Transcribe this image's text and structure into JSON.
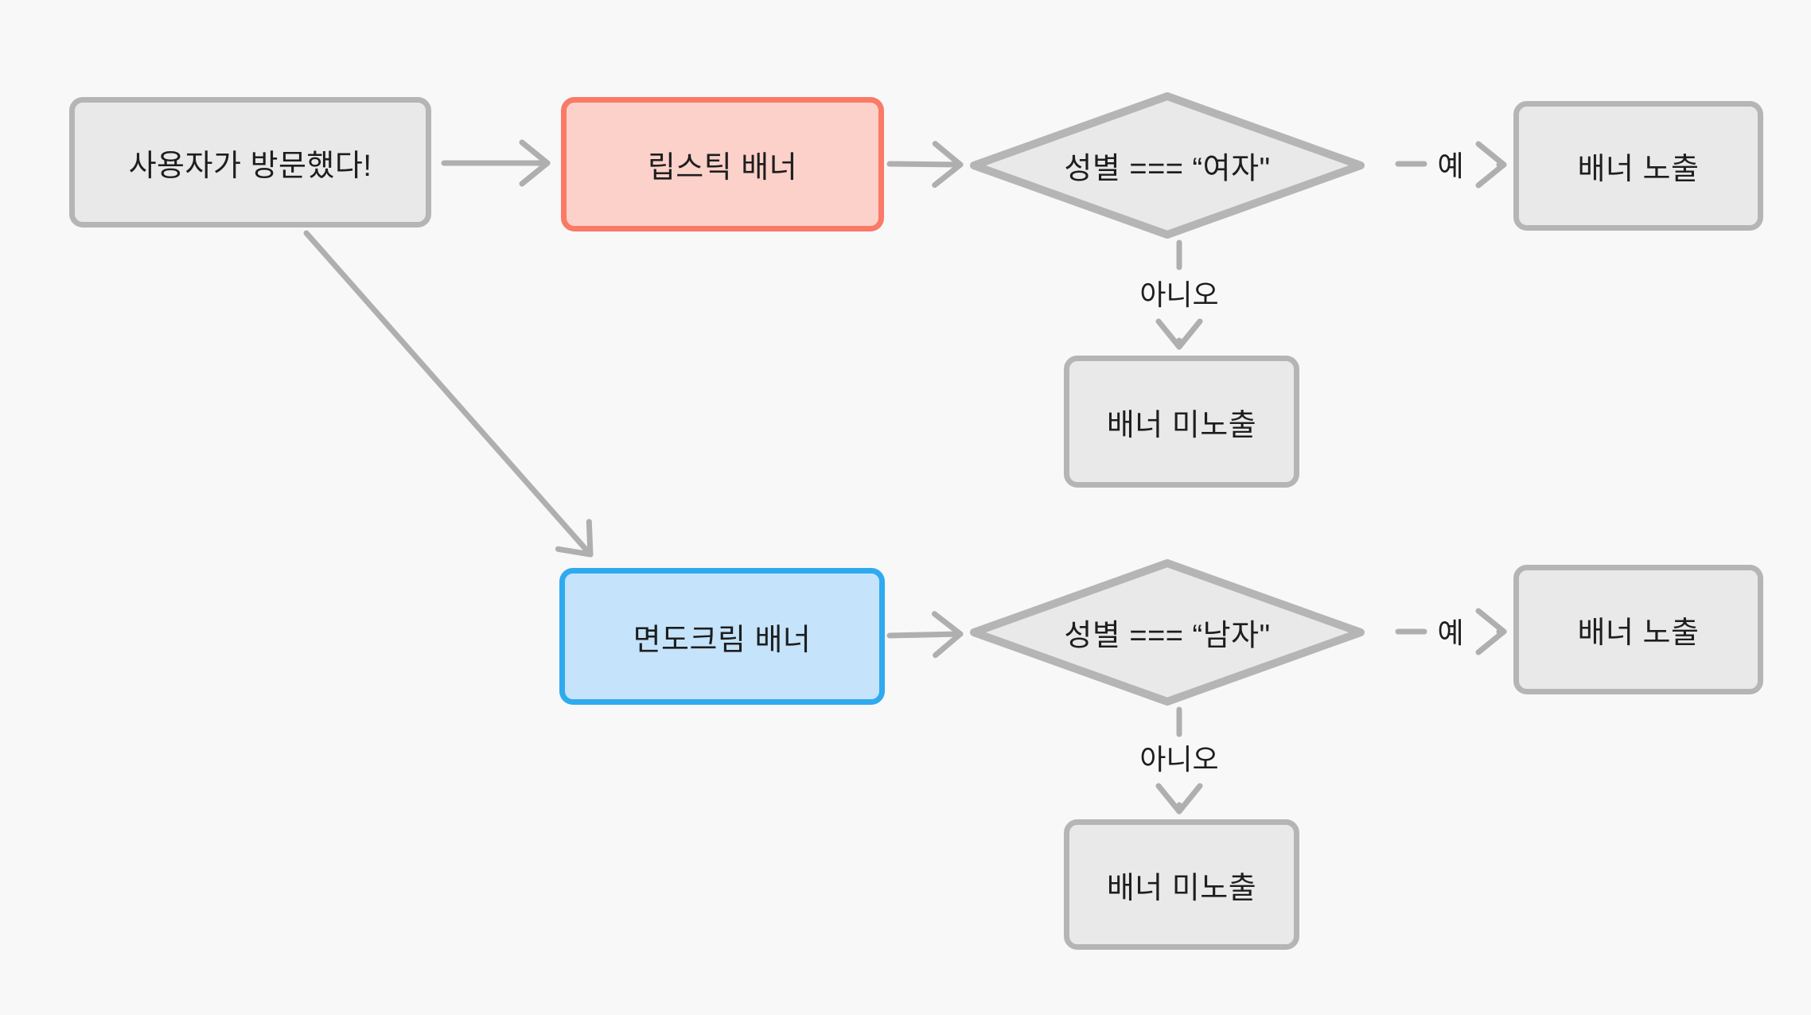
{
  "diagram_title": "banner-exposure-flowchart",
  "colors": {
    "background": "#F8F8F8",
    "node_fill": "#E9E9E9",
    "node_border": "#B5B5B5",
    "arrow": "#AFAFAF",
    "red_node_fill": "#FBD1CA",
    "red_node_border": "#F97A67",
    "blue_node_fill": "#C5E4FB",
    "blue_node_border": "#2FAAF0",
    "text": "#1E1E1E"
  },
  "nodes": {
    "start": {
      "label": "사용자가 방문했다!",
      "shape": "rect",
      "accent": "gray"
    },
    "lipstick_banner": {
      "label": "립스틱 배너",
      "shape": "rect",
      "accent": "red"
    },
    "decision_female": {
      "label": "성별 === “여자\"",
      "shape": "diamond",
      "accent": "gray"
    },
    "banner_show_1": {
      "label": "배너 노출",
      "shape": "rect",
      "accent": "gray"
    },
    "banner_hide_1": {
      "label": "배너 미노출",
      "shape": "rect",
      "accent": "gray"
    },
    "shaving_cream_banner": {
      "label": "면도크림 배너",
      "shape": "rect",
      "accent": "blue"
    },
    "decision_male": {
      "label": "성별 === “남자\"",
      "shape": "diamond",
      "accent": "gray"
    },
    "banner_show_2": {
      "label": "배너 노출",
      "shape": "rect",
      "accent": "gray"
    },
    "banner_hide_2": {
      "label": "배너 미노출",
      "shape": "rect",
      "accent": "gray"
    }
  },
  "edges": [
    {
      "from": "start",
      "to": "lipstick_banner",
      "label": ""
    },
    {
      "from": "lipstick_banner",
      "to": "decision_female",
      "label": ""
    },
    {
      "from": "decision_female",
      "to": "banner_show_1",
      "label": "예"
    },
    {
      "from": "decision_female",
      "to": "banner_hide_1",
      "label": "아니오"
    },
    {
      "from": "start",
      "to": "shaving_cream_banner",
      "label": ""
    },
    {
      "from": "shaving_cream_banner",
      "to": "decision_male",
      "label": ""
    },
    {
      "from": "decision_male",
      "to": "banner_show_2",
      "label": "예"
    },
    {
      "from": "decision_male",
      "to": "banner_hide_2",
      "label": "아니오"
    }
  ]
}
